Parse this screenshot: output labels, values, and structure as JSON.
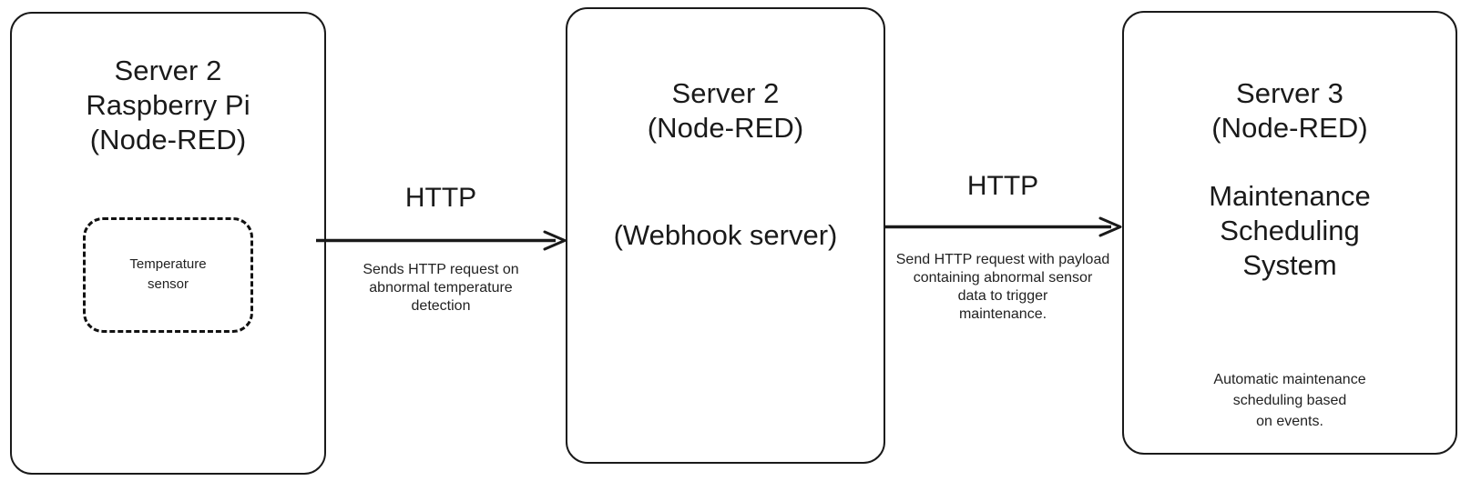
{
  "diagram": {
    "nodes": [
      {
        "id": "raspberry-pi",
        "title": "Server 2\nRaspberry Pi\n(Node-RED)",
        "inner": {
          "id": "temperature-sensor",
          "label": "Temperature\nsensor",
          "style": "dashed"
        }
      },
      {
        "id": "webhook-server",
        "title": "Server 2\n(Node-RED)",
        "subtitle": "(Webhook server)"
      },
      {
        "id": "maintenance-scheduling-system",
        "title": "Server 3\n(Node-RED)",
        "subtitle": "Maintenance\nScheduling\nSystem",
        "note": "Automatic maintenance\nscheduling based\non events."
      }
    ],
    "edges": [
      {
        "id": "edge-raspberry-to-webhook",
        "protocol": "HTTP",
        "description": "Sends HTTP request on\nabnormal temperature\ndetection",
        "direction": "right"
      },
      {
        "id": "edge-webhook-to-maintenance",
        "protocol": "HTTP",
        "description": "Send HTTP request with payload\ncontaining abnormal sensor\ndata to trigger\nmaintenance.",
        "direction": "right"
      }
    ],
    "colors": {
      "stroke": "#1a1a1a",
      "text": "#1a1a1a",
      "background": "#ffffff",
      "dashed_stroke": "#111111"
    }
  }
}
